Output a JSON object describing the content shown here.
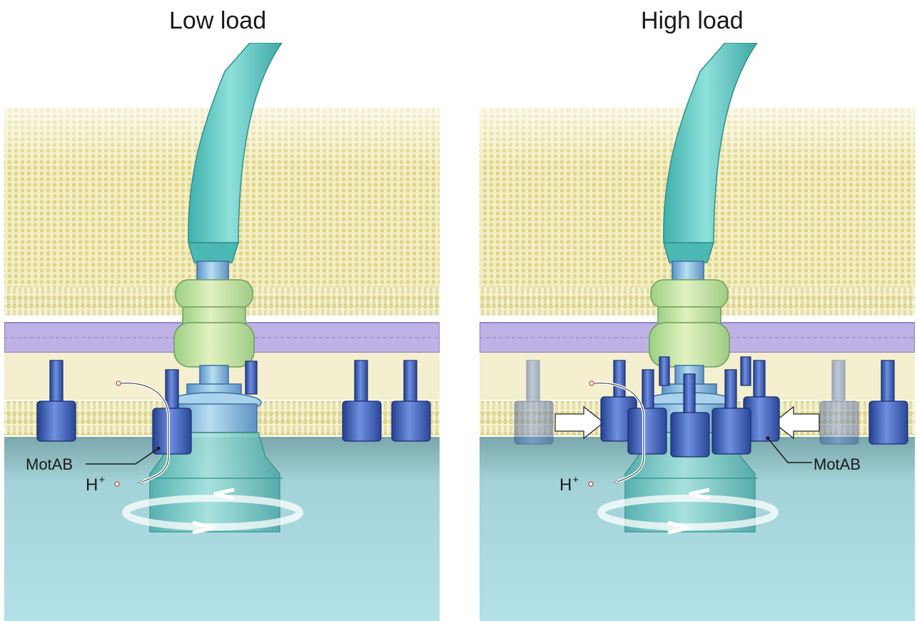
{
  "panels": [
    {
      "title": "Low load",
      "label": "MotAB",
      "ion": "H",
      "ion_charge": "+"
    },
    {
      "title": "High load",
      "label": "MotAB",
      "ion": "H",
      "ion_charge": "+"
    }
  ],
  "colors": {
    "cell_wall": "#f1eba5",
    "outer_membrane": "#f3efc0",
    "periplasm_band": "#b9aee0",
    "cytoplasm": "#a9dee3",
    "hook_filament": "#63c7c2",
    "l_ring": "#c9e6a4",
    "motor": "#3d5fbb",
    "rotor": "#7fcfc9"
  }
}
